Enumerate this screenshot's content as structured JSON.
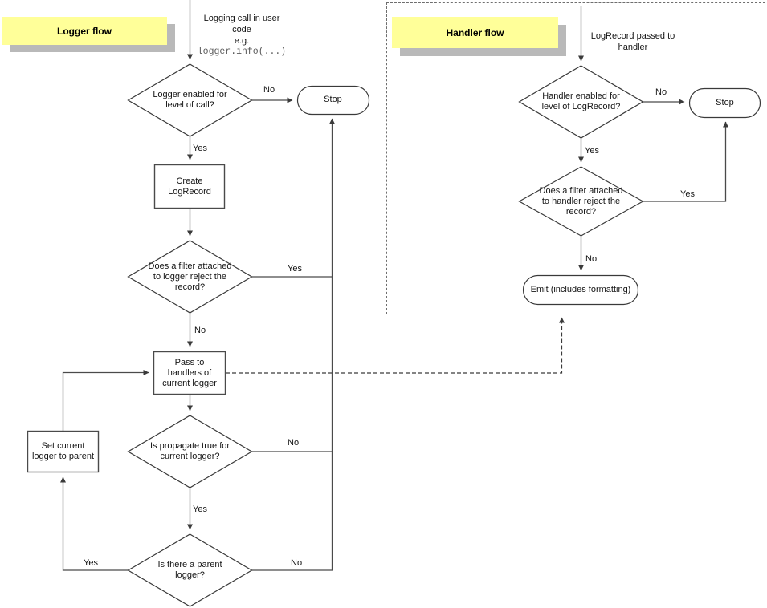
{
  "colors": {
    "note_bg": "#ffff99",
    "note_shadow": "#b9b9b9",
    "line": "#4a4a4a",
    "text": "#141414"
  },
  "logger": {
    "title": "Logger flow",
    "start": {
      "text": "Logging call in user\ncode\ne.g.",
      "code": "logger.info(...)"
    },
    "nodes": {
      "enabled_check": "Logger enabled for\nlevel of call?",
      "stop": "Stop",
      "create": "Create\nLogRecord",
      "filter_check": "Does a filter attached\nto logger reject the\nrecord?",
      "pass": "Pass to\nhandlers of\ncurrent logger",
      "propagate_check": "Is propagate true for\ncurrent logger?",
      "parent_check": "Is there a parent\nlogger?",
      "set_parent": "Set current\nlogger to parent"
    },
    "edges": {
      "enabled_no": "No",
      "enabled_yes": "Yes",
      "filter_yes": "Yes",
      "filter_no": "No",
      "propagate_no": "No",
      "propagate_yes": "Yes",
      "parent_yes": "Yes",
      "parent_no": "No"
    }
  },
  "handler": {
    "title": "Handler flow",
    "start": "LogRecord passed to\nhandler",
    "nodes": {
      "enabled_check": "Handler enabled for\nlevel of LogRecord?",
      "stop": "Stop",
      "filter_check": "Does a filter attached\nto handler reject the\nrecord?",
      "emit": "Emit (includes formatting)"
    },
    "edges": {
      "enabled_no": "No",
      "enabled_yes": "Yes",
      "filter_yes": "Yes",
      "filter_no": "No"
    }
  }
}
